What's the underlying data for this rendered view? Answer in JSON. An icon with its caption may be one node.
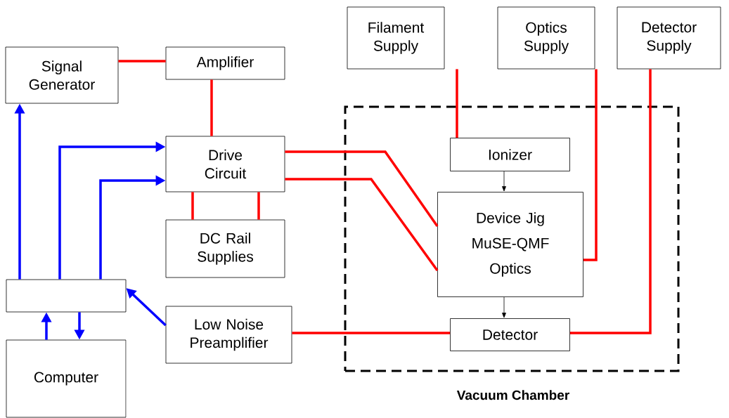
{
  "diagram": {
    "nodes": [
      {
        "text": [
          "Vacuum Chamber"
        ]
      },
      {
        "text": [
          "Filament Supply"
        ]
      },
      {
        "text": [
          "Optics Supply"
        ]
      },
      {
        "text": [
          "Detector Supply"
        ]
      },
      {
        "text": [
          "Signal Generator"
        ]
      },
      {
        "text": [
          "Amplifier"
        ]
      },
      {
        "text": [
          "Drive Circuit"
        ]
      },
      {
        "text": [
          "Ionizer"
        ],
        "in": 0
      },
      {
        "text": [
          "Device Jig",
          "MuSE-QMF",
          "Optics"
        ],
        "in": 0
      },
      {
        "text": [
          "DC Rail Supplies"
        ]
      },
      {
        "text": [],
        "shape": "box"
      },
      {
        "text": [
          "Low Noise Preamplifier"
        ]
      },
      {
        "text": [
          "Detector"
        ],
        "in": 0
      },
      {
        "text": [
          "Computer"
        ]
      }
    ],
    "edges": [
      {
        "from": 4,
        "to": 5,
        "arrow": "none"
      },
      {
        "from": 5,
        "to": 6,
        "arrow": "none"
      },
      {
        "from": 6,
        "to": 8,
        "arrow": "none"
      },
      {
        "from": 6,
        "to": 8,
        "arrow": "none"
      },
      {
        "from": 6,
        "to": 9,
        "arrow": "none"
      },
      {
        "from": 6,
        "to": 9,
        "arrow": "none"
      },
      {
        "from": 1,
        "to": 7,
        "arrow": "none"
      },
      {
        "from": 2,
        "to": 8,
        "arrow": "none"
      },
      {
        "from": 3,
        "to": 12,
        "arrow": "none"
      },
      {
        "from": 11,
        "to": 12,
        "arrow": "none"
      },
      {
        "from": 10,
        "to": 4,
        "arrow": "to",
        "color": "#0000ff"
      },
      {
        "from": 10,
        "to": 6,
        "arrow": "to",
        "color": "#0000ff"
      },
      {
        "from": 10,
        "to": 6,
        "arrow": "to",
        "color": "#0000ff"
      },
      {
        "from": 11,
        "to": 10,
        "arrow": "to",
        "color": "#0000ff"
      },
      {
        "from": 13,
        "to": 10,
        "arrow": "to",
        "color": "#0000ff"
      },
      {
        "from": 10,
        "to": 13,
        "arrow": "to",
        "color": "#0000ff"
      },
      {
        "from": 7,
        "to": 8,
        "arrow": "to",
        "color": "#000000"
      },
      {
        "from": 8,
        "to": 12,
        "arrow": "to",
        "color": "#000000"
      }
    ]
  }
}
